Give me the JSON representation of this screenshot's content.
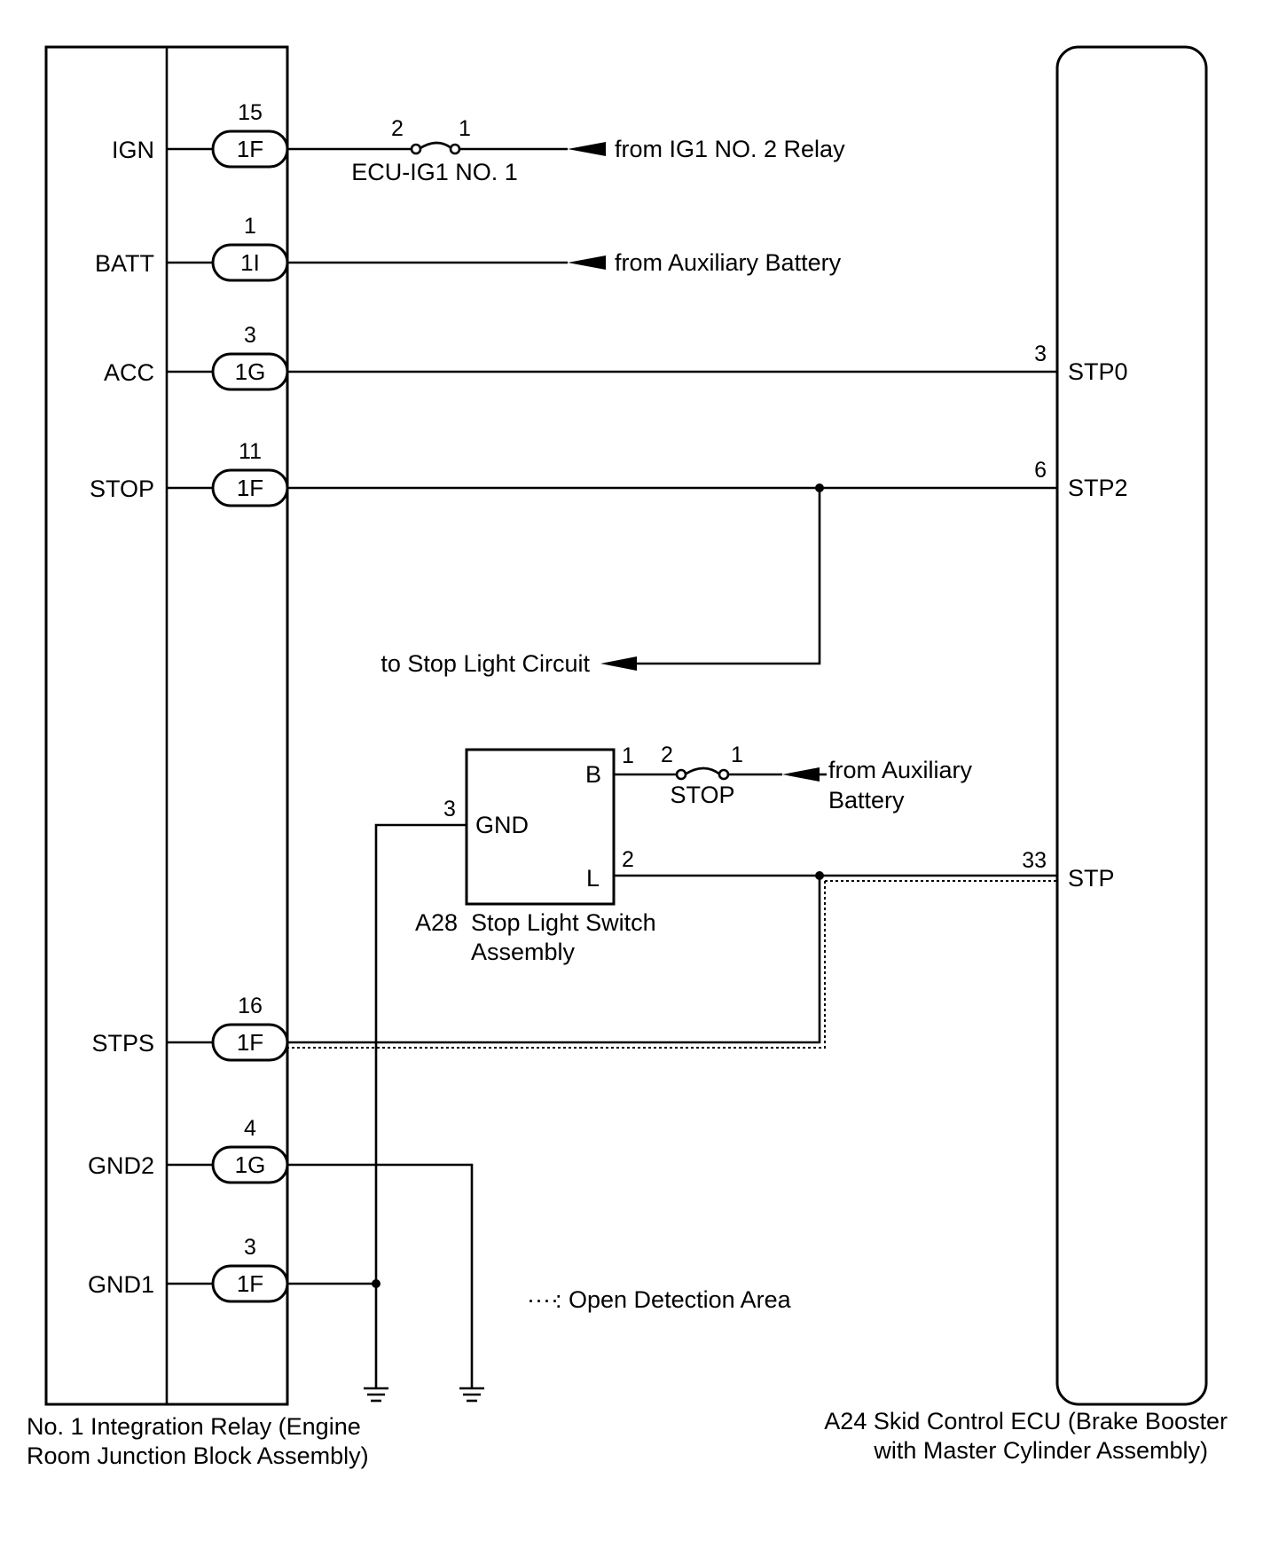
{
  "relay": {
    "caption_line1": "No. 1 Integration Relay (Engine",
    "caption_line2": "Room Junction Block Assembly)",
    "terminals": [
      {
        "name": "IGN",
        "pin": "15",
        "connector": "1F"
      },
      {
        "name": "BATT",
        "pin": "1",
        "connector": "1I"
      },
      {
        "name": "ACC",
        "pin": "3",
        "connector": "1G"
      },
      {
        "name": "STOP",
        "pin": "11",
        "connector": "1F"
      },
      {
        "name": "STPS",
        "pin": "16",
        "connector": "1F"
      },
      {
        "name": "GND2",
        "pin": "4",
        "connector": "1G"
      },
      {
        "name": "GND1",
        "pin": "3",
        "connector": "1F"
      }
    ]
  },
  "ecu": {
    "caption_line1": "A24  Skid Control ECU (Brake Booster",
    "caption_line2": "with Master Cylinder Assembly)",
    "terminals": [
      {
        "name": "STP0",
        "pin": "3"
      },
      {
        "name": "STP2",
        "pin": "6"
      },
      {
        "name": "STP",
        "pin": "33"
      }
    ]
  },
  "fuse_ecu_ig1": {
    "name": "ECU-IG1 NO. 1",
    "pin_left": "2",
    "pin_right": "1"
  },
  "source_ig1": "from IG1 NO. 2 Relay",
  "source_aux_battery_1": "from Auxiliary Battery",
  "to_stop_light": "to Stop Light Circuit",
  "switch": {
    "id": "A28",
    "caption_line1": "Stop Light Switch",
    "caption_line2": "Assembly",
    "pins": [
      {
        "name": "B",
        "pin": "1"
      },
      {
        "name": "GND",
        "pin": "3"
      },
      {
        "name": "L",
        "pin": "2"
      }
    ]
  },
  "fuse_stop": {
    "name": "STOP",
    "pin_left": "2",
    "pin_right": "1"
  },
  "source_aux_battery_2_line1": "from Auxiliary",
  "source_aux_battery_2_line2": "Battery",
  "legend": {
    "symbol": "····",
    "text": ": Open Detection Area"
  },
  "colors": {
    "line": "#000000",
    "background": "#ffffff"
  }
}
